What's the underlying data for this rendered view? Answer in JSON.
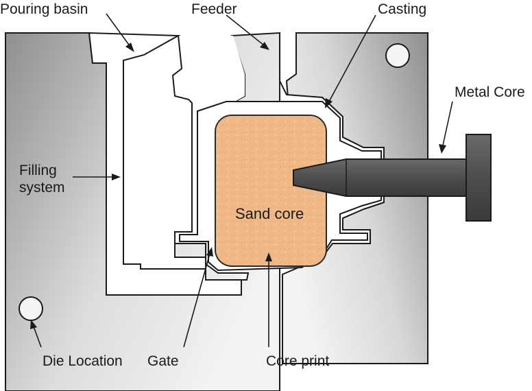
{
  "labels": {
    "pouring_basin": "Pouring basin",
    "feeder": "Feeder",
    "casting": "Casting",
    "metal_core": "Metal Core",
    "filling_system_line1": "Filling",
    "filling_system_line2": "system",
    "sand_core": "Sand core",
    "die_location": "Die Location",
    "gate": "Gate",
    "core_print": "Core print"
  },
  "colors": {
    "die_dark": "#8e8e8e",
    "die_light": "#f2f2f2",
    "cavity": "#ffffff",
    "sand_core": "#efb987",
    "sand_core_border": "#2a2a2a",
    "metal_core": "#5a5a5a",
    "outline": "#1a1a1a"
  }
}
